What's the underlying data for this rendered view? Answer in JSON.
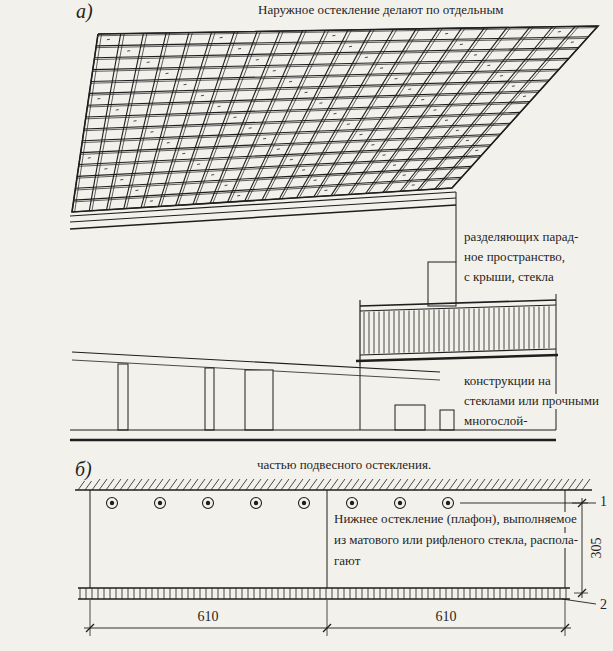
{
  "diagram": {
    "labels": [
      "а)",
      "Наружное остекление делают по отдельным",
      "разделяющих парад-",
      "ное пространство,",
      "с крыши, стекла",
      "конструкции на",
      "стеклами или прочными",
      "многослой-",
      "частью подвесного остекления.",
      "б)",
      "1",
      "Нижнее остекление (плафон), выполняемое",
      "из матового или рифленого стекла, распола-",
      "гают",
      "305",
      "2",
      "610",
      "610"
    ]
  }
}
